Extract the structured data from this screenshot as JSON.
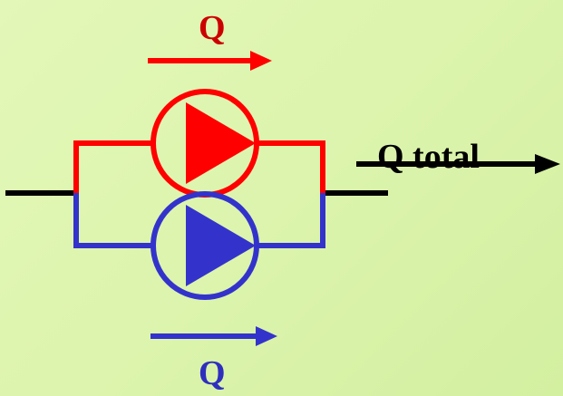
{
  "diagram": {
    "labels": {
      "top_flow": "Q",
      "bottom_flow": "Q",
      "total_flow": "Q total"
    },
    "colors": {
      "top_pump": "#ff0000",
      "bottom_pump": "#3333cc",
      "main_line": "#000000",
      "label_text": "#000000",
      "top_label_text": "#cc0000",
      "bottom_label_text": "#2f2fbf"
    },
    "icons": {
      "top_pump": "pump-icon",
      "bottom_pump": "pump-icon",
      "top_flow_arrow": "arrow-right-icon",
      "bottom_flow_arrow": "arrow-right-icon",
      "total_flow_arrow": "arrow-right-icon"
    }
  }
}
